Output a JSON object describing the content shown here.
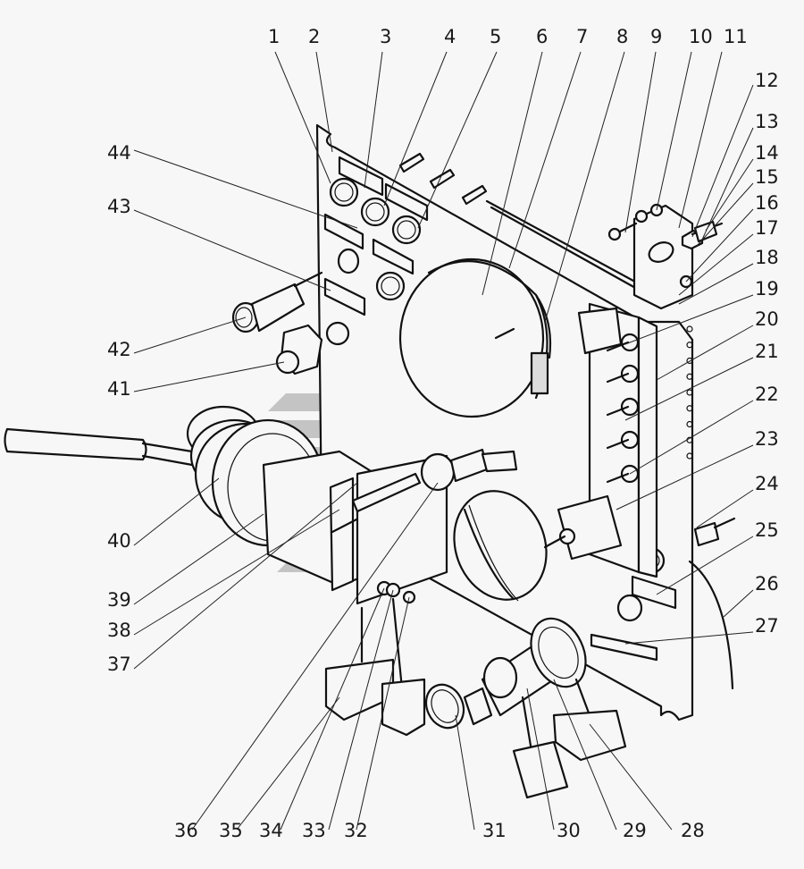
{
  "diagram": {
    "type": "exploded-parts-view",
    "subject": "instrument panel assembly",
    "line_color": "#111111",
    "background_color": "#f7f7f7",
    "watermark_color": "#9a9a9a"
  },
  "callouts": [
    {
      "id": "1",
      "label": "1"
    },
    {
      "id": "2",
      "label": "2"
    },
    {
      "id": "3",
      "label": "3"
    },
    {
      "id": "4",
      "label": "4"
    },
    {
      "id": "5",
      "label": "5"
    },
    {
      "id": "6",
      "label": "6"
    },
    {
      "id": "7",
      "label": "7"
    },
    {
      "id": "8",
      "label": "8"
    },
    {
      "id": "9",
      "label": "9"
    },
    {
      "id": "10",
      "label": "10"
    },
    {
      "id": "11",
      "label": "11"
    },
    {
      "id": "12",
      "label": "12"
    },
    {
      "id": "13",
      "label": "13"
    },
    {
      "id": "14",
      "label": "14"
    },
    {
      "id": "15",
      "label": "15"
    },
    {
      "id": "16",
      "label": "16"
    },
    {
      "id": "17",
      "label": "17"
    },
    {
      "id": "18",
      "label": "18"
    },
    {
      "id": "19",
      "label": "19"
    },
    {
      "id": "20",
      "label": "20"
    },
    {
      "id": "21",
      "label": "21"
    },
    {
      "id": "22",
      "label": "22"
    },
    {
      "id": "23",
      "label": "23"
    },
    {
      "id": "24",
      "label": "24"
    },
    {
      "id": "25",
      "label": "25"
    },
    {
      "id": "26",
      "label": "26"
    },
    {
      "id": "27",
      "label": "27"
    },
    {
      "id": "28",
      "label": "28"
    },
    {
      "id": "29",
      "label": "29"
    },
    {
      "id": "30",
      "label": "30"
    },
    {
      "id": "31",
      "label": "31"
    },
    {
      "id": "32",
      "label": "32"
    },
    {
      "id": "33",
      "label": "33"
    },
    {
      "id": "34",
      "label": "34"
    },
    {
      "id": "35",
      "label": "35"
    },
    {
      "id": "36",
      "label": "36"
    },
    {
      "id": "37",
      "label": "37"
    },
    {
      "id": "38",
      "label": "38"
    },
    {
      "id": "39",
      "label": "39"
    },
    {
      "id": "40",
      "label": "40"
    },
    {
      "id": "41",
      "label": "41"
    },
    {
      "id": "42",
      "label": "42"
    },
    {
      "id": "43",
      "label": "43"
    },
    {
      "id": "44",
      "label": "44"
    }
  ]
}
